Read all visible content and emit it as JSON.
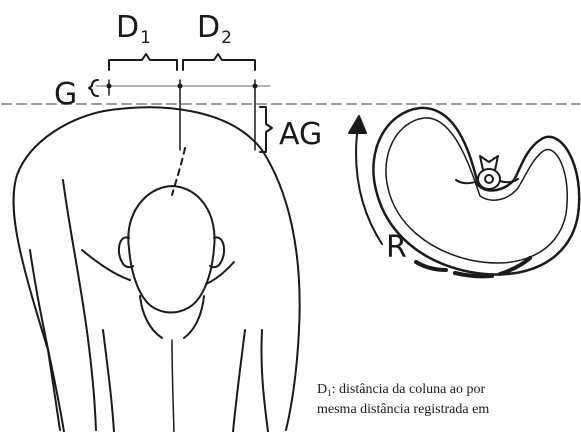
{
  "labels": {
    "d1": {
      "letter": "D",
      "index": "1"
    },
    "d2": {
      "letter": "D",
      "index": "2"
    },
    "g": "G",
    "ag": "AG",
    "r": "R"
  },
  "caption": {
    "line1_sym": "D",
    "line1_sub": "1",
    "line1_text": ": distância da coluna ao por",
    "line2_text": "mesma distância registrada em"
  },
  "colors": {
    "ink": "#1a1a1a",
    "guide": "#9a9a9a"
  }
}
